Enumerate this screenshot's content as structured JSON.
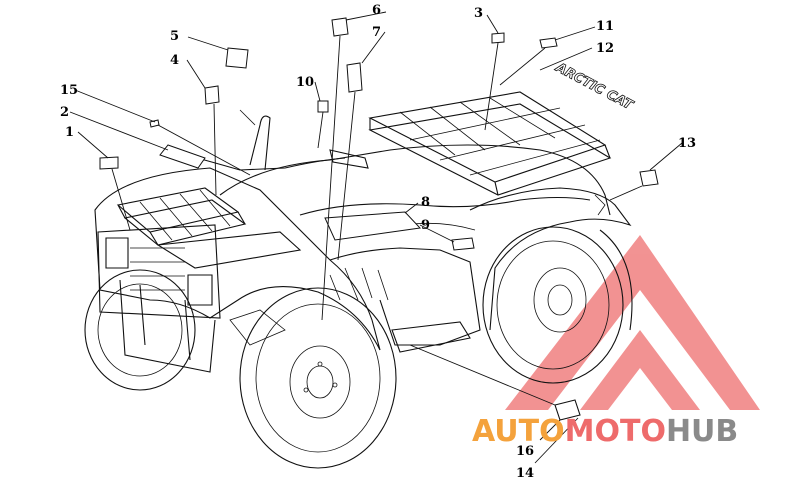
{
  "callouts": {
    "c1": "1",
    "c2": "2",
    "c3": "3",
    "c4": "4",
    "c5": "5",
    "c6": "6",
    "c7": "7",
    "c8": "8",
    "c9": "9",
    "c10": "10",
    "c11": "11",
    "c12": "12",
    "c13": "13",
    "c14": "14",
    "c15": "15",
    "c16": "16"
  },
  "fender_lettering": "ARCTIC CAT",
  "watermark": {
    "text_part1": "AUTO",
    "text_part2": "MOTO",
    "text_part3": "HUB",
    "color_orange": "#f4a23c",
    "color_red": "#ee6b6b",
    "color_gray": "#8a8a8a",
    "logo_color": "#f08080"
  }
}
